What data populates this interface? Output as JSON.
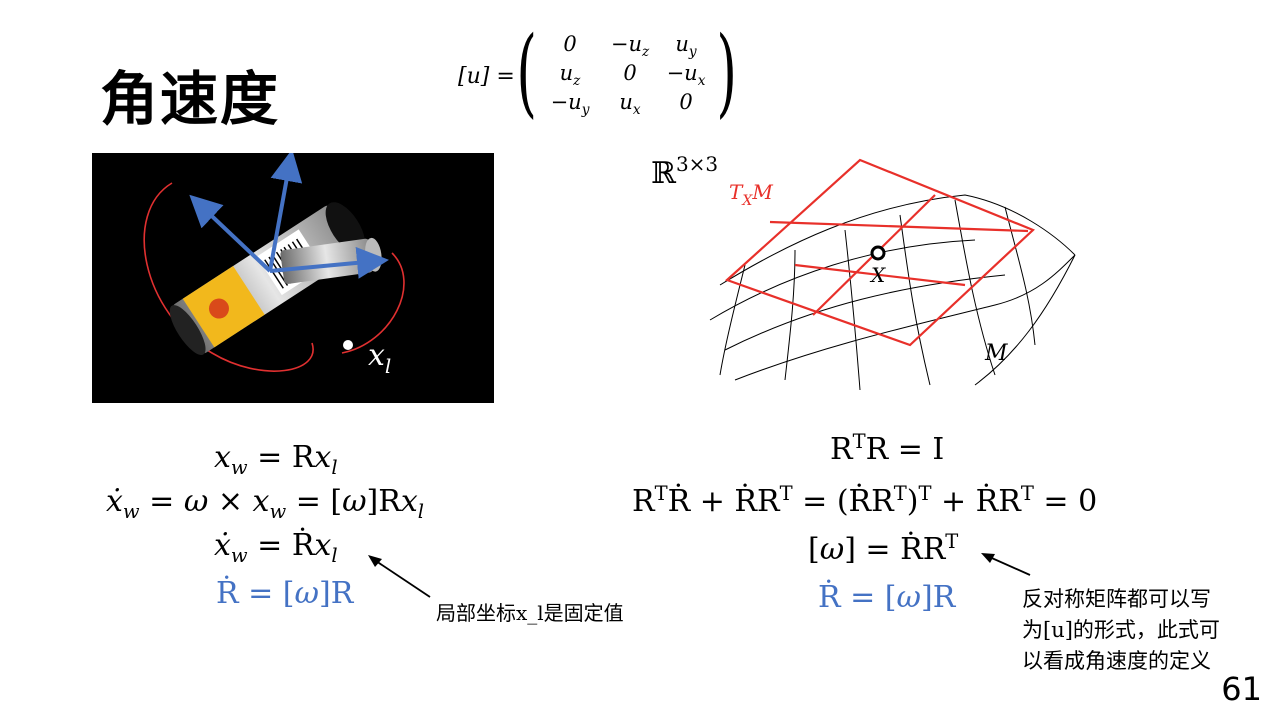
{
  "slide": {
    "title": "角速度",
    "page_number": "61"
  },
  "skew_matrix": {
    "lhs": "[u] =",
    "rows": [
      [
        "0",
        "−u_z",
        "u_y"
      ],
      [
        "u_z",
        "0",
        "−u_x"
      ],
      [
        "−u_y",
        "u_x",
        "0"
      ]
    ]
  },
  "figure_left": {
    "label": "x_l",
    "colors": {
      "axis": "#4472c4",
      "orbit": "#e03030"
    }
  },
  "figure_right": {
    "space_label": "ℝ^{3×3}",
    "tangent_label": "T_X M",
    "point_label": "X",
    "manifold_label": "M",
    "colors": {
      "tangent": "#e8302a",
      "grid": "#000000"
    }
  },
  "equations_left": [
    "x_w = R x_l",
    "ẋ_w = ω × x_w = [ω] R x_l",
    "ẋ_w = Ṙ x_l",
    "Ṙ = [ω]R"
  ],
  "equations_right": [
    "RᵀR = I",
    "RᵀṘ + ṘRᵀ = (ṘRᵀ)ᵀ + ṘRᵀ = 0",
    "[ω] = ṘRᵀ",
    "Ṙ = [ω]R"
  ],
  "notes": {
    "left": "局部坐标x_l是固定值",
    "right": [
      "反对称矩阵都可以写",
      "为[u]的形式，此式可",
      "以看成角速度的定义"
    ]
  }
}
